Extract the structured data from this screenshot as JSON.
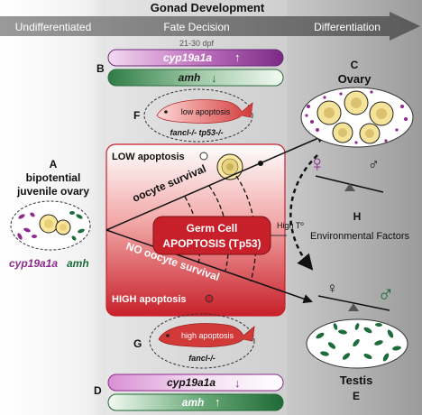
{
  "header": {
    "title": "Gonad Development",
    "stage_left": "Undifferentiated",
    "stage_mid": "Fate Decision",
    "stage_right": "Differentiation",
    "dpf": "21-30 dpf"
  },
  "panels": {
    "a_letter": "A",
    "a_line1": "bipotential",
    "a_line2": "juvenile ovary",
    "a_gene1": "cyp19a1a",
    "a_gene2": "amh",
    "b_letter": "B",
    "b_gene1": "cyp19a1a",
    "b_gene2": "amh",
    "c_letter": "C",
    "c_label": "Ovary",
    "d_letter": "D",
    "d_gene1": "cyp19a1a",
    "d_gene2": "amh",
    "e_letter": "E",
    "e_label": "Testis",
    "f_letter": "F",
    "f_fish_text": "low apoptosis",
    "f_genotype": "fancl-/- tp53-/-",
    "g_letter": "G",
    "g_fish_text": "high apoptosis",
    "g_genotype": "fancl-/-",
    "h_letter": "H",
    "h_label": "Environmental Factors",
    "h_temp": "High Tº"
  },
  "center": {
    "low_apoptosis": "LOW apoptosis",
    "high_apoptosis": "HIGH apoptosis",
    "oocyte_survival": "oocyte survival",
    "no_oocyte_survival": "NO oocyte survival",
    "apoptosis_line1": "Germ Cell",
    "apoptosis_line2": "APOPTOSIS (Tp53)"
  },
  "symbols": {
    "female": "♀",
    "male": "♂",
    "up_arrow": "↑",
    "down_arrow": "↓"
  },
  "colors": {
    "female_purple": "#8e2a8b",
    "male_green": "#1e6b3c",
    "apoptosis_red": "#c8202a"
  }
}
